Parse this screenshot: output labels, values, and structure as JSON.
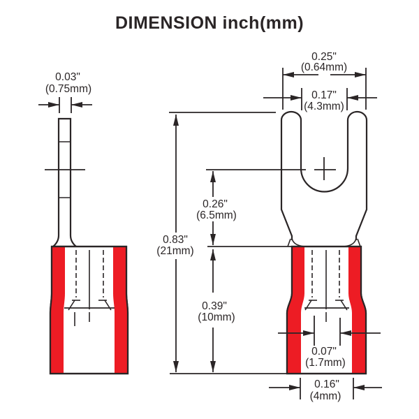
{
  "title": "DIMENSION inch(mm)",
  "colors": {
    "line": "#2a2526",
    "insulation_red": "#ed1c24",
    "background": "#ffffff"
  },
  "views": {
    "left": "side-view",
    "right": "front-view"
  },
  "dimensions": {
    "blade_thickness": {
      "inch": "0.03\"",
      "mm": "(0.75mm)"
    },
    "fork_width": {
      "inch": "0.25\"",
      "mm": "(0.64mm)"
    },
    "slot_width": {
      "inch": "0.17\"",
      "mm": "(4.3mm)"
    },
    "slot_depth": {
      "inch": "0.26\"",
      "mm": "(6.5mm)"
    },
    "total_length": {
      "inch": "0.83\"",
      "mm": "(21mm)"
    },
    "insulation_length": {
      "inch": "0.39\"",
      "mm": "(10mm)"
    },
    "wire_entry_width": {
      "inch": "0.07\"",
      "mm": "(1.7mm)"
    },
    "barrel_width": {
      "inch": "0.16\"",
      "mm": "(4mm)"
    }
  }
}
